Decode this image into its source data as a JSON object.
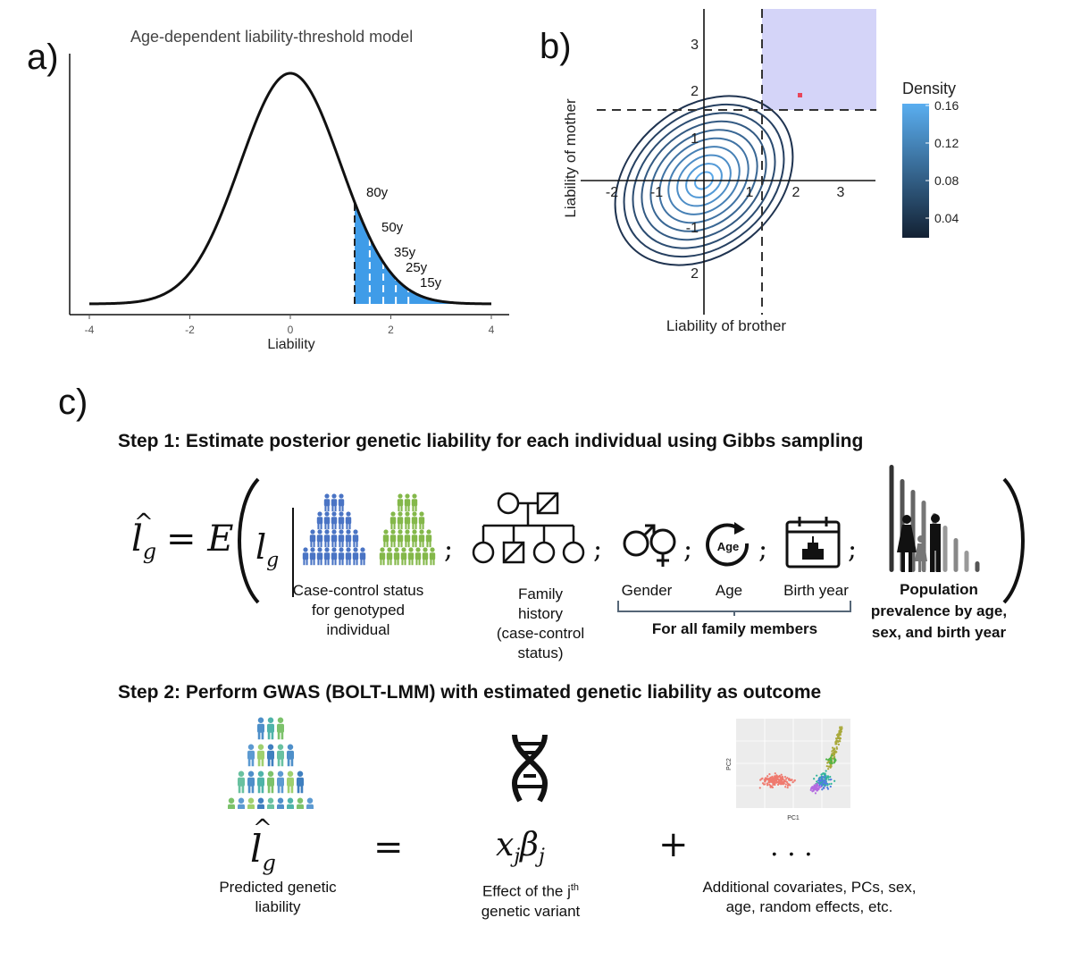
{
  "panel_a": {
    "label": "a)",
    "title": "Age-dependent liability-threshold model",
    "xlabel": "Liability",
    "x_ticks": [
      "-4",
      "-2",
      "0",
      "2",
      "4"
    ],
    "age_labels": [
      "80y",
      "50y",
      "35y",
      "25y",
      "15y"
    ],
    "thresholds": [
      1.28,
      1.58,
      1.85,
      2.1,
      2.35
    ]
  },
  "panel_b": {
    "label": "b)",
    "xlabel": "Liability of brother",
    "ylabel": "Liability of mother",
    "x_ticks": [
      "-2",
      "-1",
      "1",
      "2",
      "3"
    ],
    "y_ticks": [
      "3",
      "2",
      "1",
      "-1",
      "2"
    ],
    "legend_title": "Density",
    "legend_ticks": [
      "0.16",
      "0.12",
      "0.08",
      "0.04"
    ],
    "colors": {
      "shaded": "#d4d4f8",
      "point": "#e8455a",
      "contour_dark": "#1f3350",
      "contour_light": "#5aa7e8"
    }
  },
  "panel_c": {
    "label": "c)",
    "step1": "Step 1: Estimate posterior genetic liability for each individual using Gibbs sampling",
    "eq_lhs": "= E",
    "eq_var": "l",
    "eq_sub": "g",
    "separator": ";",
    "age_icon_text": "Age",
    "labels": {
      "case_control": "Case-control status for genotyped individual",
      "family_history": "Family history (case-control status)",
      "gender": "Gender",
      "age": "Age",
      "birth_year": "Birth year",
      "all_members": "For all family members",
      "prevalence": "Population prevalence by age, sex, and birth year"
    },
    "step2": "Step 2: Perform GWAS (BOLT-LMM) with estimated genetic liability as outcome",
    "eq2": {
      "equals": "=",
      "term": "x",
      "term_sub": "j",
      "beta": "β",
      "beta_sub": "j",
      "plus": "+",
      "dots": ". . ."
    },
    "labels2": {
      "predicted": "Predicted genetic liability",
      "effect_prefix": "Effect of the j",
      "effect_sup": "th",
      "effect_suffix": "genetic variant",
      "additional": "Additional covariates, PCs, sex, age, random effects, etc."
    },
    "pc_plot": {
      "xlabel": "PC1",
      "ylabel": "PC2"
    },
    "colors": {
      "blue_people": "#4a74c4",
      "green_people": "#84b84a"
    }
  }
}
